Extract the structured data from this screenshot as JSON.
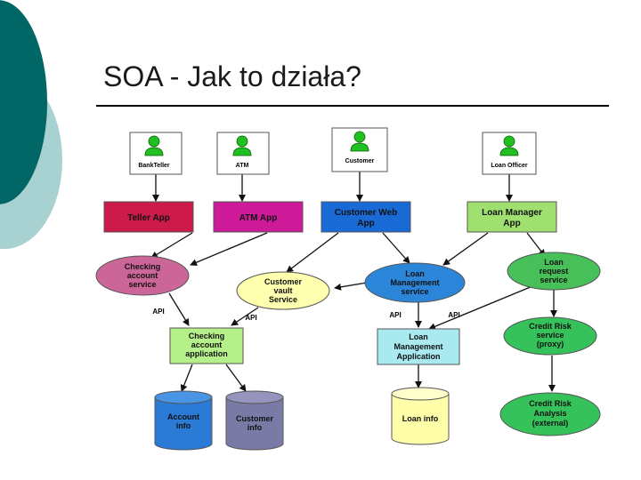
{
  "slide": {
    "title": "SOA - Jak to działa?"
  },
  "colors": {
    "deco_dark": "#006666",
    "deco_light": "#a8d2d2",
    "teller_app": "#cc1a4a",
    "atm_app": "#cc1a99",
    "customer_web_app": "#1a6ad6",
    "loan_manager_app": "#9fe070",
    "checking_service": "#cc6699",
    "vault_service": "#ffffb0",
    "loan_mgmt_service": "#2b86d9",
    "loan_request_service": "#48c05a",
    "credit_risk": "#36c25a",
    "checking_app": "#b6f08a",
    "loan_mgmt_app": "#a8eaf0",
    "account_db": "#2a7ad6",
    "customer_db": "#7a7aa6",
    "loan_db": "#ffffaa",
    "actor_green": "#20c020"
  },
  "actors": {
    "bank_teller": "BankTeller",
    "atm": "ATM",
    "customer": "Customer",
    "loan_officer": "Loan Officer"
  },
  "apps": {
    "teller_app": "Teller App",
    "atm_app": "ATM App",
    "customer_web_app_line1": "Customer Web",
    "customer_web_app_line2": "App",
    "loan_manager_app_line1": "Loan Manager",
    "loan_manager_app_line2": "App"
  },
  "services": {
    "checking_account_service_line1": "Checking",
    "checking_account_service_line2": "account",
    "checking_account_service_line3": "service",
    "customer_vault_service_line1": "Customer",
    "customer_vault_service_line2": "vault",
    "customer_vault_service_line3": "Service",
    "loan_management_service_line1": "Loan",
    "loan_management_service_line2": "Management",
    "loan_management_service_line3": "service",
    "loan_request_service_line1": "Loan",
    "loan_request_service_line2": "request",
    "loan_request_service_line3": "service",
    "credit_risk_proxy_line1": "Credit Risk",
    "credit_risk_proxy_line2": "service",
    "credit_risk_proxy_line3": "(proxy)",
    "credit_risk_external_line1": "Credit Risk",
    "credit_risk_external_line2": "Analysis",
    "credit_risk_external_line3": "(external)"
  },
  "applications": {
    "checking_account_application_line1": "Checking",
    "checking_account_application_line2": "account",
    "checking_account_application_line3": "application",
    "loan_management_application_line1": "Loan",
    "loan_management_application_line2": "Management",
    "loan_management_application_line3": "Application"
  },
  "databases": {
    "account_info_line1": "Account",
    "account_info_line2": "info",
    "customer_info_line1": "Customer",
    "customer_info_line2": "info",
    "loan_info": "Loan info"
  },
  "api_labels": {
    "api_1": "API",
    "api_2": "API",
    "api_3": "API",
    "api_4": "API"
  }
}
